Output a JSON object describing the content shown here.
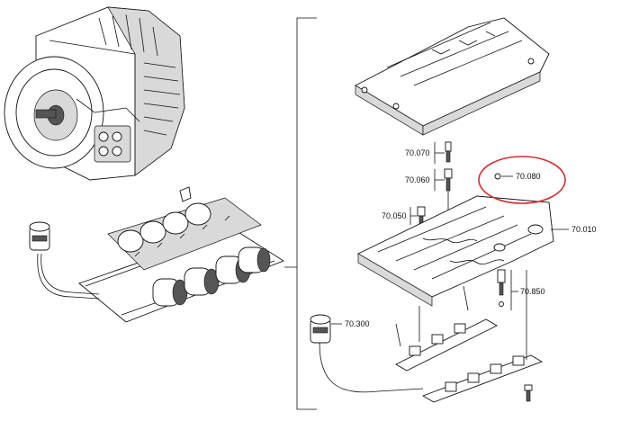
{
  "labels": {
    "p70070": "70.070",
    "p70060": "70.060",
    "p70050": "70.050",
    "p70080": "70.080",
    "p70010": "70.010",
    "p70850": "70.850",
    "p70300": "70.300"
  },
  "colors": {
    "highlight": "#d62b2b",
    "line": "#111111"
  }
}
